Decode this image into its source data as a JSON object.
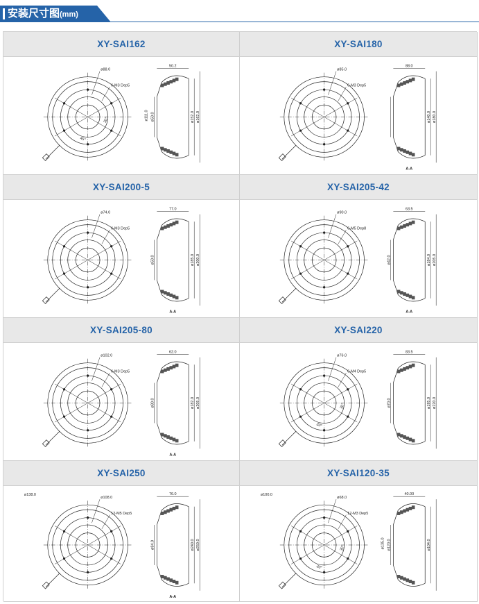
{
  "header": {
    "title": "安装尺寸图",
    "unit": "(mm)"
  },
  "colors": {
    "brand": "#2563a8",
    "cell_header_bg": "#e8e8e8",
    "line": "#222222"
  },
  "products": [
    {
      "id": "sai162",
      "name": "XY-SAI162",
      "dims": {
        "d_inner": "ø88.0",
        "holes": "6-M3 Dep5",
        "angle1": "30°",
        "angle2": "45°",
        "d_small": "ø50.0",
        "d_mid": "ø111.0",
        "d_big": "ø152.0",
        "d_outer": "ø162.0",
        "width": "50.2"
      }
    },
    {
      "id": "sai180",
      "name": "XY-SAI180",
      "dims": {
        "d_inner": "ø85.0",
        "holes": "6-M3 Dep5",
        "d_big": "ø140.0",
        "d_outer": "ø180.0",
        "width": "88.0",
        "section": "A-A"
      }
    },
    {
      "id": "sai200",
      "name": "XY-SAI200-5",
      "dims": {
        "d_inner": "ø74.0",
        "holes": "6-M3 Dep5",
        "d_small": "ø50.0",
        "d_big": "ø185.0",
        "d_outer": "ø200.0",
        "width": "77.0",
        "section": "A-A"
      }
    },
    {
      "id": "sai205_42",
      "name": "XY-SAI205-42",
      "dims": {
        "d_inner": "ø90.0",
        "holes": "6-M5 Dep8",
        "d_small": "ø42.0",
        "d_big": "ø184.0",
        "d_outer": "ø205.0",
        "width": "63.5",
        "section": "A-A"
      }
    },
    {
      "id": "sai205_80",
      "name": "XY-SAI205-80",
      "dims": {
        "d_inner": "ø102.0",
        "holes": "6-M3 Dep5",
        "d_small": "ø80.0",
        "d_big": "ø182.0",
        "d_outer": "ø205.0",
        "width": "62.0",
        "section": "A-A"
      }
    },
    {
      "id": "sai220",
      "name": "XY-SAI220",
      "dims": {
        "d_inner": "ø76.0",
        "holes": "6-M4 Dep5",
        "angle1": "30°",
        "angle2": "30°",
        "d_small": "ø70.0",
        "d_big": "ø195.0",
        "d_outer": "ø220.0",
        "width": "83.5"
      }
    },
    {
      "id": "sai250",
      "name": "XY-SAI250",
      "dims": {
        "d_inner": "ø108.0",
        "d_ring": "ø138.0",
        "holes": "12-M5 Dep5",
        "d_small": "ø84.0",
        "d_big": "ø240.0",
        "d_outer": "ø250.0",
        "width": "76.0",
        "section": "A-A"
      }
    },
    {
      "id": "sai120",
      "name": "XY-SAI120-35",
      "dims": {
        "d_inner": "ø68.0",
        "d_ring": "ø100.0",
        "holes": "12-M3 Dep5",
        "angle1": "30°",
        "angle2": "30°",
        "d_small": "ø120.0",
        "d_mid": "ø135.0",
        "d_big": "ø104.0",
        "width": "40.00"
      }
    }
  ]
}
